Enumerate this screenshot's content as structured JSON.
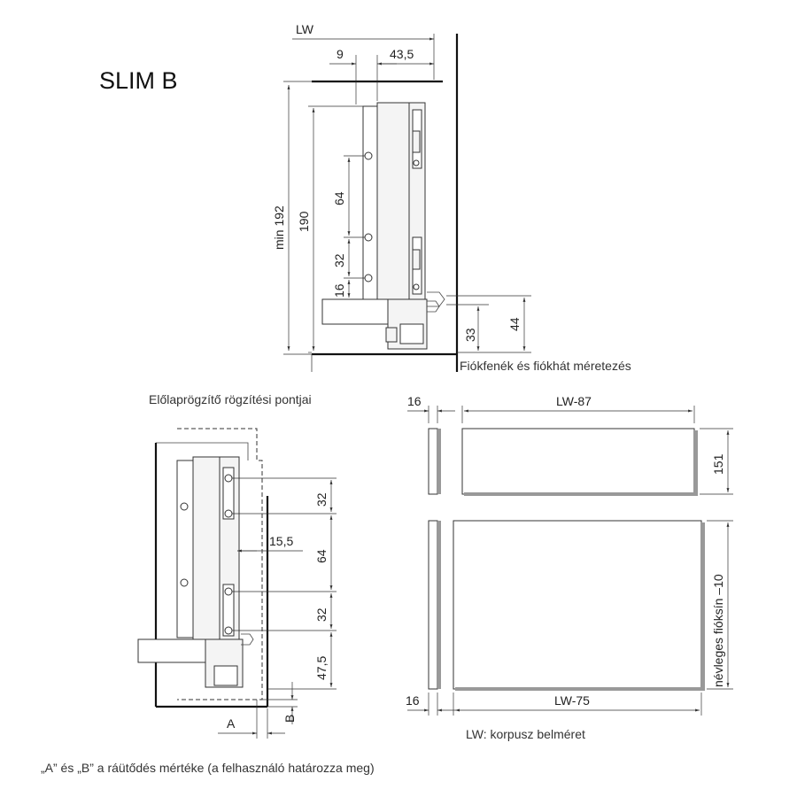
{
  "title": "SLIM B",
  "top_view": {
    "lw": "LW",
    "d9": "9",
    "d43_5": "43,5",
    "min192": "min 192",
    "d190": "190",
    "d64": "64",
    "d32": "32",
    "d16": "16",
    "d33": "33",
    "d44": "44",
    "caption": "Fiókfenék és fiókhát méretezés"
  },
  "bottom_left": {
    "caption": "Előlaprögzítő rögzítési pontjai",
    "d32a": "32",
    "d15_5": "15,5",
    "d64": "64",
    "d32b": "32",
    "d47_5": "47,5",
    "a": "A",
    "b": "B"
  },
  "bottom_right": {
    "d16_top": "16",
    "lw87": "LW-87",
    "d151": "151",
    "nevleges": "névleges fióksín –10",
    "d16_bottom": "16",
    "lw75": "LW-75",
    "lw_note": "LW: korpusz belméret"
  },
  "footnote": "„A” és „B” a ráütődés mértéke (a felhasználó határozza meg)"
}
